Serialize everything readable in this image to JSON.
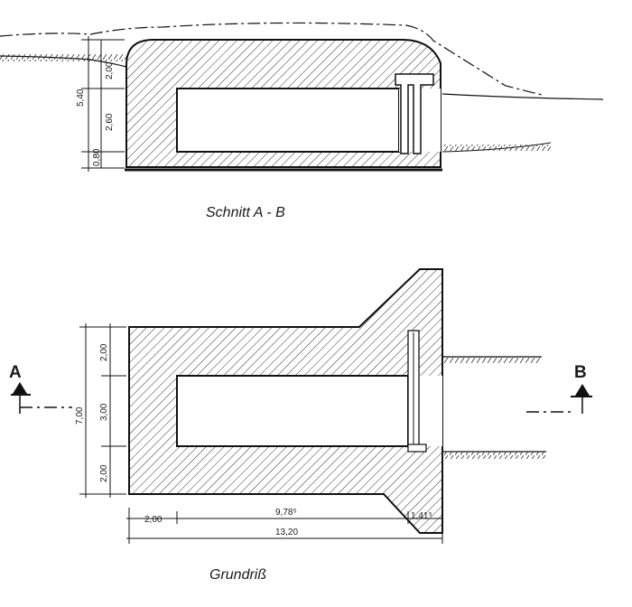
{
  "section": {
    "caption": "Schnitt A - B",
    "dims": {
      "total_height": "5,40",
      "roof": "2,00",
      "room": "2,60",
      "floor": "0,80"
    }
  },
  "plan": {
    "caption": "Grundriß",
    "dims": {
      "total_width_side": "7,00",
      "wall_top": "2,00",
      "room_width": "3,00",
      "wall_bottom": "2,00",
      "wall_left": "2,00",
      "inner_length": "9,78⁵",
      "offset": "1,41⁵",
      "total_length": "13,20"
    },
    "markers": {
      "a": "A",
      "b": "B"
    }
  }
}
